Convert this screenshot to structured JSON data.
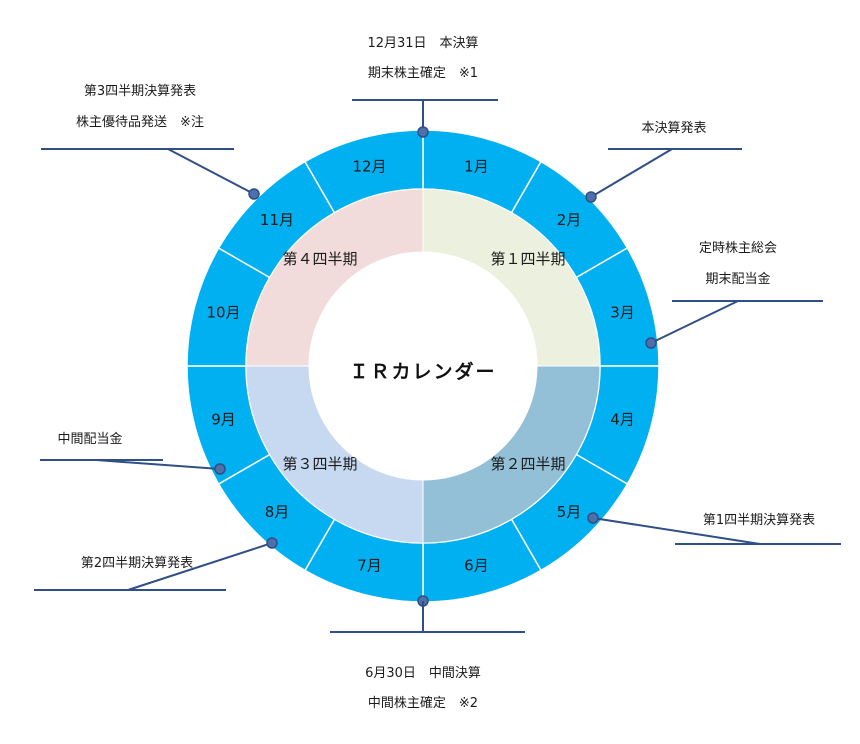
{
  "title": "ＩＲカレンダー",
  "months": [
    "1月",
    "2月",
    "3月",
    "4月",
    "5月",
    "6月",
    "7月",
    "8月",
    "9月",
    "10月",
    "11月",
    "12月"
  ],
  "quarters": [
    {
      "label": "第１四半期",
      "color": "#ebf1de"
    },
    {
      "label": "第２四半期",
      "color": "#93c0d7"
    },
    {
      "label": "第３四半期",
      "color": "#c6d9f1"
    },
    {
      "label": "第４四半期",
      "color": "#f2dcdb"
    }
  ],
  "colors": {
    "month_ring": "#00b0f0",
    "month_divider": "#ffffff",
    "leader_line": "#2f4f86"
  },
  "callouts": {
    "year_end": {
      "lines": [
        "12月31日　本決算",
        "期末株主確定　※1"
      ]
    },
    "annual_results": {
      "lines": [
        "本決算発表"
      ]
    },
    "agm": {
      "lines": [
        "定時株主総会",
        "期末配当金"
      ]
    },
    "q1_results": {
      "lines": [
        "第1四半期決算発表"
      ]
    },
    "mid_term": {
      "lines": [
        "6月30日　中間決算",
        "中間株主確定　※2"
      ]
    },
    "q2_results": {
      "lines": [
        "第2四半期決算発表"
      ]
    },
    "interim_dividend": {
      "lines": [
        "中間配当金"
      ]
    },
    "q3_results": {
      "lines": [
        "第3四半期決算発表",
        "株主優待品発送　※注"
      ]
    }
  }
}
